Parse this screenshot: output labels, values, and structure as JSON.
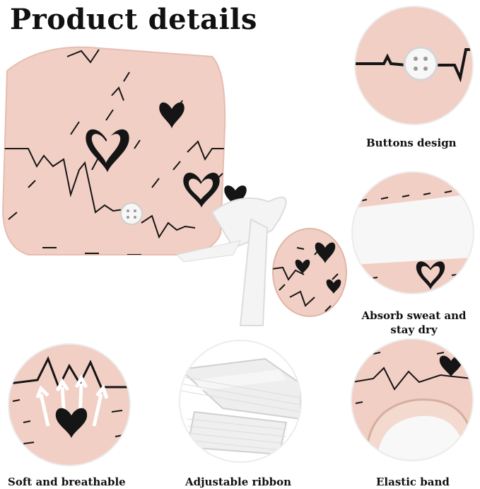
{
  "header": {
    "title": "Product details"
  },
  "captions": {
    "buttons": "Buttons design",
    "absorb_line1": "Absorb sweat and",
    "absorb_line2": "stay dry",
    "breathable": "Soft and breathable",
    "ribbon": "Adjustable ribbon",
    "elastic": "Elastic band"
  },
  "colors": {
    "fabric": "#f1cfc4",
    "pattern": "#151515",
    "ribbon": "#f4f4f4",
    "background": "#ffffff"
  },
  "icons": [
    "heart-icon",
    "heartbeat-line",
    "button-icon",
    "airflow-arrow-icon"
  ]
}
